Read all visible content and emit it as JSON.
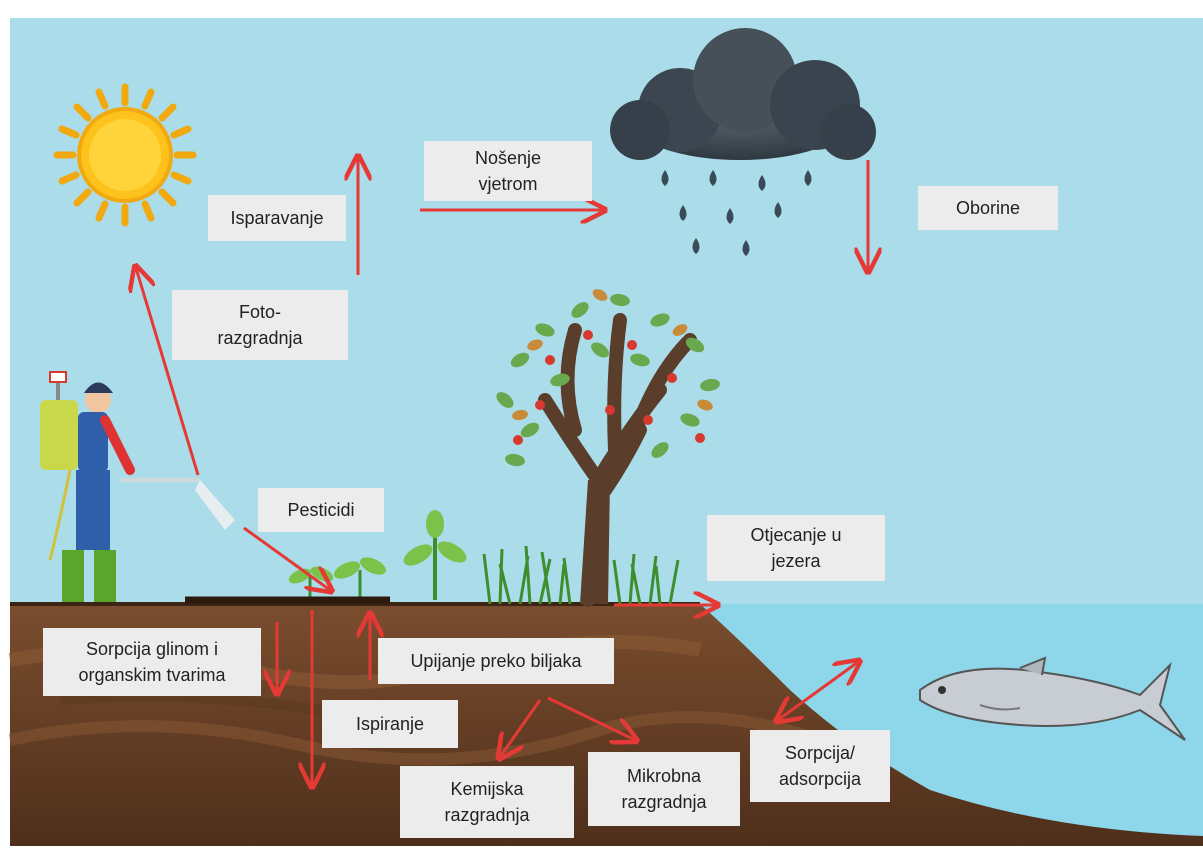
{
  "labels": {
    "isparavanje": [
      "Isparavanje"
    ],
    "nosenje": [
      "Nošenje",
      "vjetrom"
    ],
    "oborine": [
      "Oborine"
    ],
    "foto": [
      "Foto-",
      "razgradnja"
    ],
    "pesticidi": [
      "Pesticidi"
    ],
    "otjecanje": [
      "Otjecanje u",
      "jezera"
    ],
    "sorpcija_glinom": [
      "Sorpcija  glinom i",
      "organskim tvarima"
    ],
    "upijanje": [
      "Upijanje preko biljaka"
    ],
    "ispiranje": [
      "Ispiranje"
    ],
    "kemijska": [
      "Kemijska",
      "razgradnja"
    ],
    "mikrobna": [
      "Mikrobna",
      "razgradnja"
    ],
    "sorpcija_adsorpcija": [
      "Sorpcija/",
      "adsorpcija"
    ]
  },
  "colors": {
    "sky": "#aadcea",
    "water": "#8ed6ea",
    "soil": "#6b4429",
    "arrow": "#e53935",
    "label_bg": "#ececec"
  },
  "icons": [
    "sun-icon",
    "rain-cloud-icon",
    "tree-icon",
    "fish-icon",
    "farmer-icon",
    "seedling-icon"
  ]
}
